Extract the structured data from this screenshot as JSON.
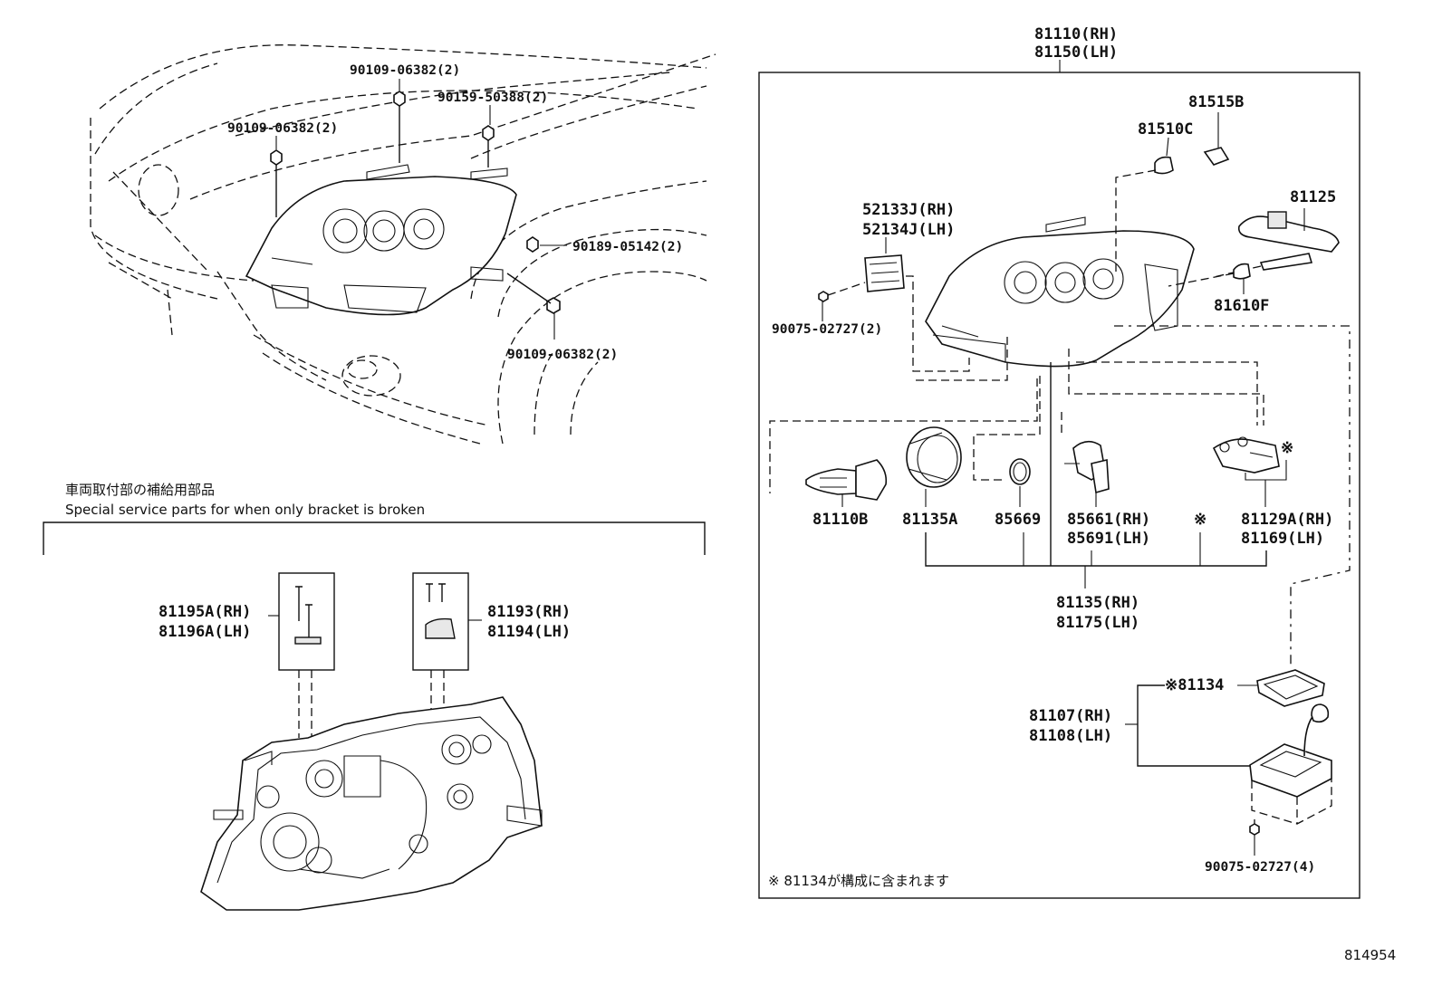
{
  "diagram_id": "814954",
  "left_callouts": {
    "bolt_upper": "90109-06382(2)",
    "bolt_left": "90109-06382(2)",
    "screw": "90159-50388(2)",
    "clip": "90189-05142(2)",
    "bolt_lower": "90109-06382(2)"
  },
  "bracket_section": {
    "title_jp": "車両取付部の補給用部品",
    "title_en": "Special service parts for when only bracket is broken",
    "kit_a_rh": "81195A(RH)",
    "kit_a_lh": "81196A(LH)",
    "kit_b_rh": "81193(RH)",
    "kit_b_lh": "81194(LH)"
  },
  "assembly": {
    "rh": "81110(RH)",
    "lh": "81150(LH)",
    "socket_rh": "52133J(RH)",
    "socket_lh": "52134J(LH)",
    "socket_screw": "90075-02727(2)",
    "cap_c": "81510C",
    "bulb_b": "81515B",
    "harness": "81125",
    "cap_f": "81610F",
    "bulb_halogen": "81110B",
    "cover": "81135A",
    "oring": "85669",
    "ign_rh": "85661(RH)",
    "ign_lh": "85691(LH)",
    "marker": "※",
    "leveling_rh": "81129A(RH)",
    "leveling_lh": "81169(LH)",
    "sub_rh": "81135(RH)",
    "sub_lh": "81175(LH)",
    "gasket": "※81134",
    "computer_rh": "81107(RH)",
    "computer_lh": "81108(LH)",
    "computer_screw": "90075-02727(4)",
    "footnote": "※ 81134が構成に含まれます"
  }
}
